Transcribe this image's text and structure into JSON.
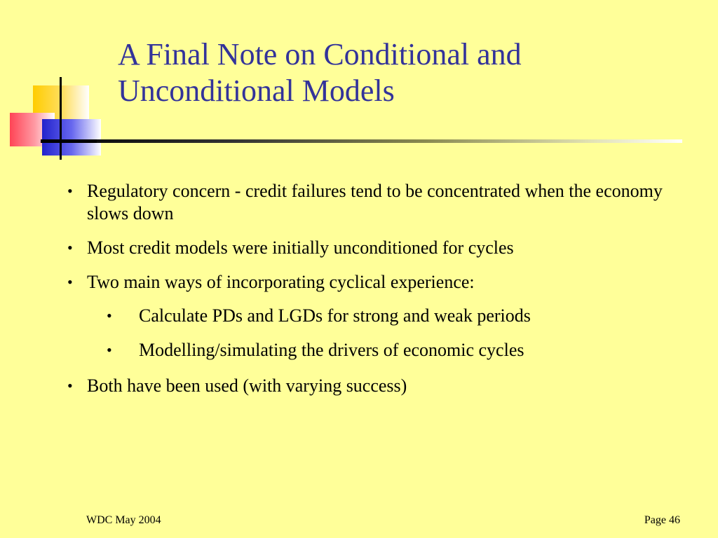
{
  "slide": {
    "title": "A Final Note on Conditional and Unconditional Models",
    "bullets": [
      {
        "level": 1,
        "text": "Regulatory concern - credit failures tend to be concentrated when the economy slows down"
      },
      {
        "level": 1,
        "text": "Most credit models were initially unconditioned for cycles"
      },
      {
        "level": 1,
        "text": "Two main ways of incorporating cyclical experience:"
      },
      {
        "level": 2,
        "text": "Calculate PDs and LGDs for strong and weak periods"
      },
      {
        "level": 2,
        "text": "Modelling/simulating the drivers of economic cycles"
      },
      {
        "level": 1,
        "text": "Both have been used (with varying success)"
      }
    ],
    "bullet_glyph": "•"
  },
  "footer": {
    "left": "WDC May 2004",
    "right": "Page 46"
  },
  "colors": {
    "background": "#ffff99",
    "title": "#33339a",
    "accent_yellow": "#ffcc00",
    "accent_red": "#ff4455",
    "accent_blue": "#2222cc"
  }
}
